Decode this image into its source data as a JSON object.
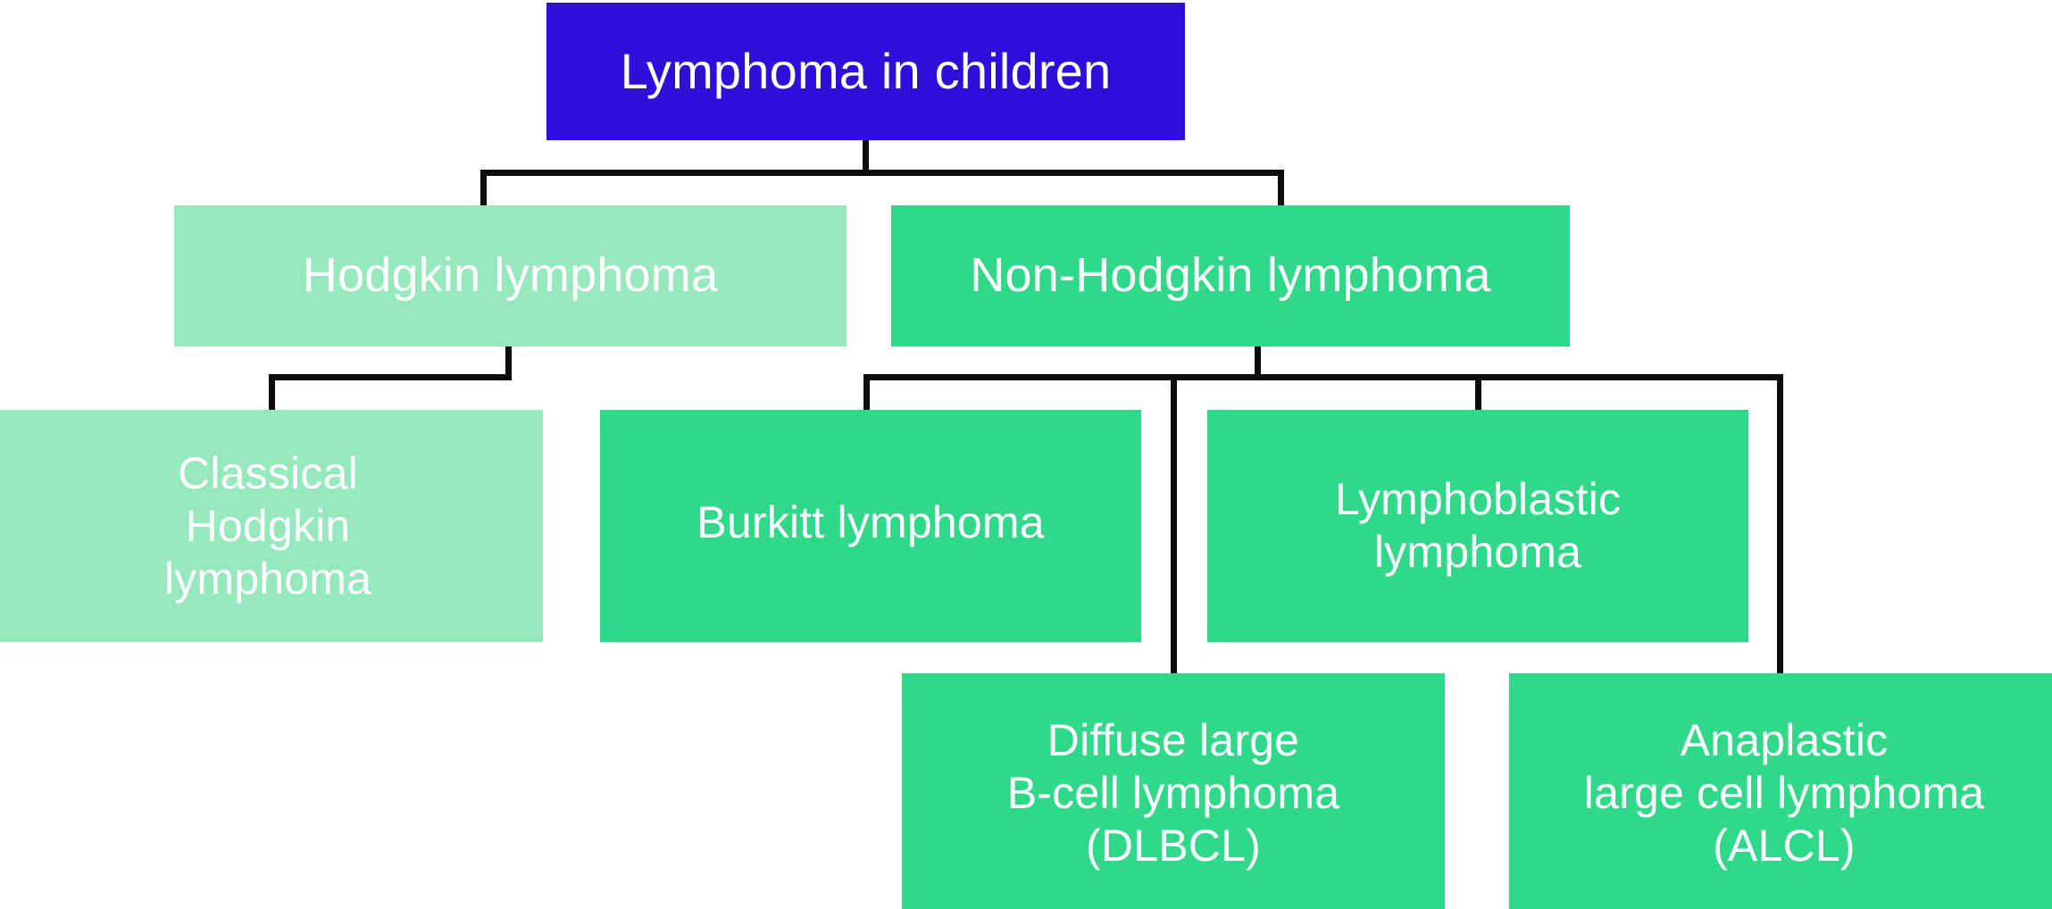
{
  "diagram": {
    "title": "Lymphoma in children",
    "type": "hierarchy-tree",
    "background": "#ffffff",
    "connector_color": "#0c0c0c",
    "palette": {
      "root": "#2e0ed9",
      "hodgkin_branch": "#96e8bd",
      "non_hodgkin_branch": "#30d989",
      "text": "#ffffff"
    },
    "nodes": {
      "root": {
        "label": "Lymphoma in children",
        "color": "#2e0ed9",
        "level": 1
      },
      "hodgkin": {
        "label": "Hodgkin lymphoma",
        "color": "#96e8bd",
        "level": 2
      },
      "non_hodgkin": {
        "label": "Non-Hodgkin lymphoma",
        "color": "#30d989",
        "level": 2
      },
      "classical_hodgkin": {
        "label": "Classical\nHodgkin\nlymphoma",
        "color": "#96e8bd",
        "level": 3
      },
      "burkitt": {
        "label": "Burkitt lymphoma",
        "color": "#30d989",
        "level": 3
      },
      "lymphoblastic": {
        "label": "Lymphoblastic\nlymphoma",
        "color": "#30d989",
        "level": 3
      },
      "dlbcl": {
        "label": "Diffuse large\nB-cell lymphoma\n(DLBCL)",
        "color": "#30d989",
        "level": 4
      },
      "alcl": {
        "label": "Anaplastic\nlarge cell lymphoma\n(ALCL)",
        "color": "#30d989",
        "level": 4
      }
    },
    "edges": [
      {
        "from": "root",
        "to": "hodgkin"
      },
      {
        "from": "root",
        "to": "non_hodgkin"
      },
      {
        "from": "hodgkin",
        "to": "classical_hodgkin"
      },
      {
        "from": "non_hodgkin",
        "to": "burkitt"
      },
      {
        "from": "non_hodgkin",
        "to": "dlbcl"
      },
      {
        "from": "non_hodgkin",
        "to": "lymphoblastic"
      },
      {
        "from": "non_hodgkin",
        "to": "alcl"
      }
    ]
  }
}
